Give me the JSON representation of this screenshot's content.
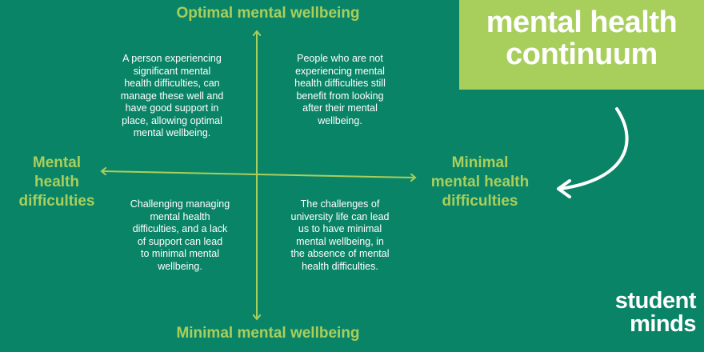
{
  "colors": {
    "background": "#0a8466",
    "accent": "#a8cf5c",
    "text": "#ffffff",
    "axis": "#a8cf5c"
  },
  "title": "mental health\ncontinuum",
  "axis_labels": {
    "top": "Optimal mental wellbeing",
    "bottom": "Minimal mental wellbeing",
    "left": "Mental\nhealth\ndifficulties",
    "right": "Minimal\nmental health\ndifficulties"
  },
  "quadrants": {
    "top_left": "A person experiencing\nsignificant mental\nhealth difficulties, can\nmanage these well and\nhave good support in\nplace, allowing optimal\nmental wellbeing.",
    "top_right": "People who are not\nexperiencing mental\nhealth difficulties still\nbenefit from looking\nafter their mental\nwellbeing.",
    "bottom_left": "Challenging managing\nmental health\ndifficulties, and a lack\nof support can lead\nto minimal mental\nwellbeing.",
    "bottom_right": "The challenges of\nuniversity life can lead\nus to have minimal\nmental wellbeing, in\nthe absence of mental\nhealth difficulties."
  },
  "logo": "student\nminds"
}
